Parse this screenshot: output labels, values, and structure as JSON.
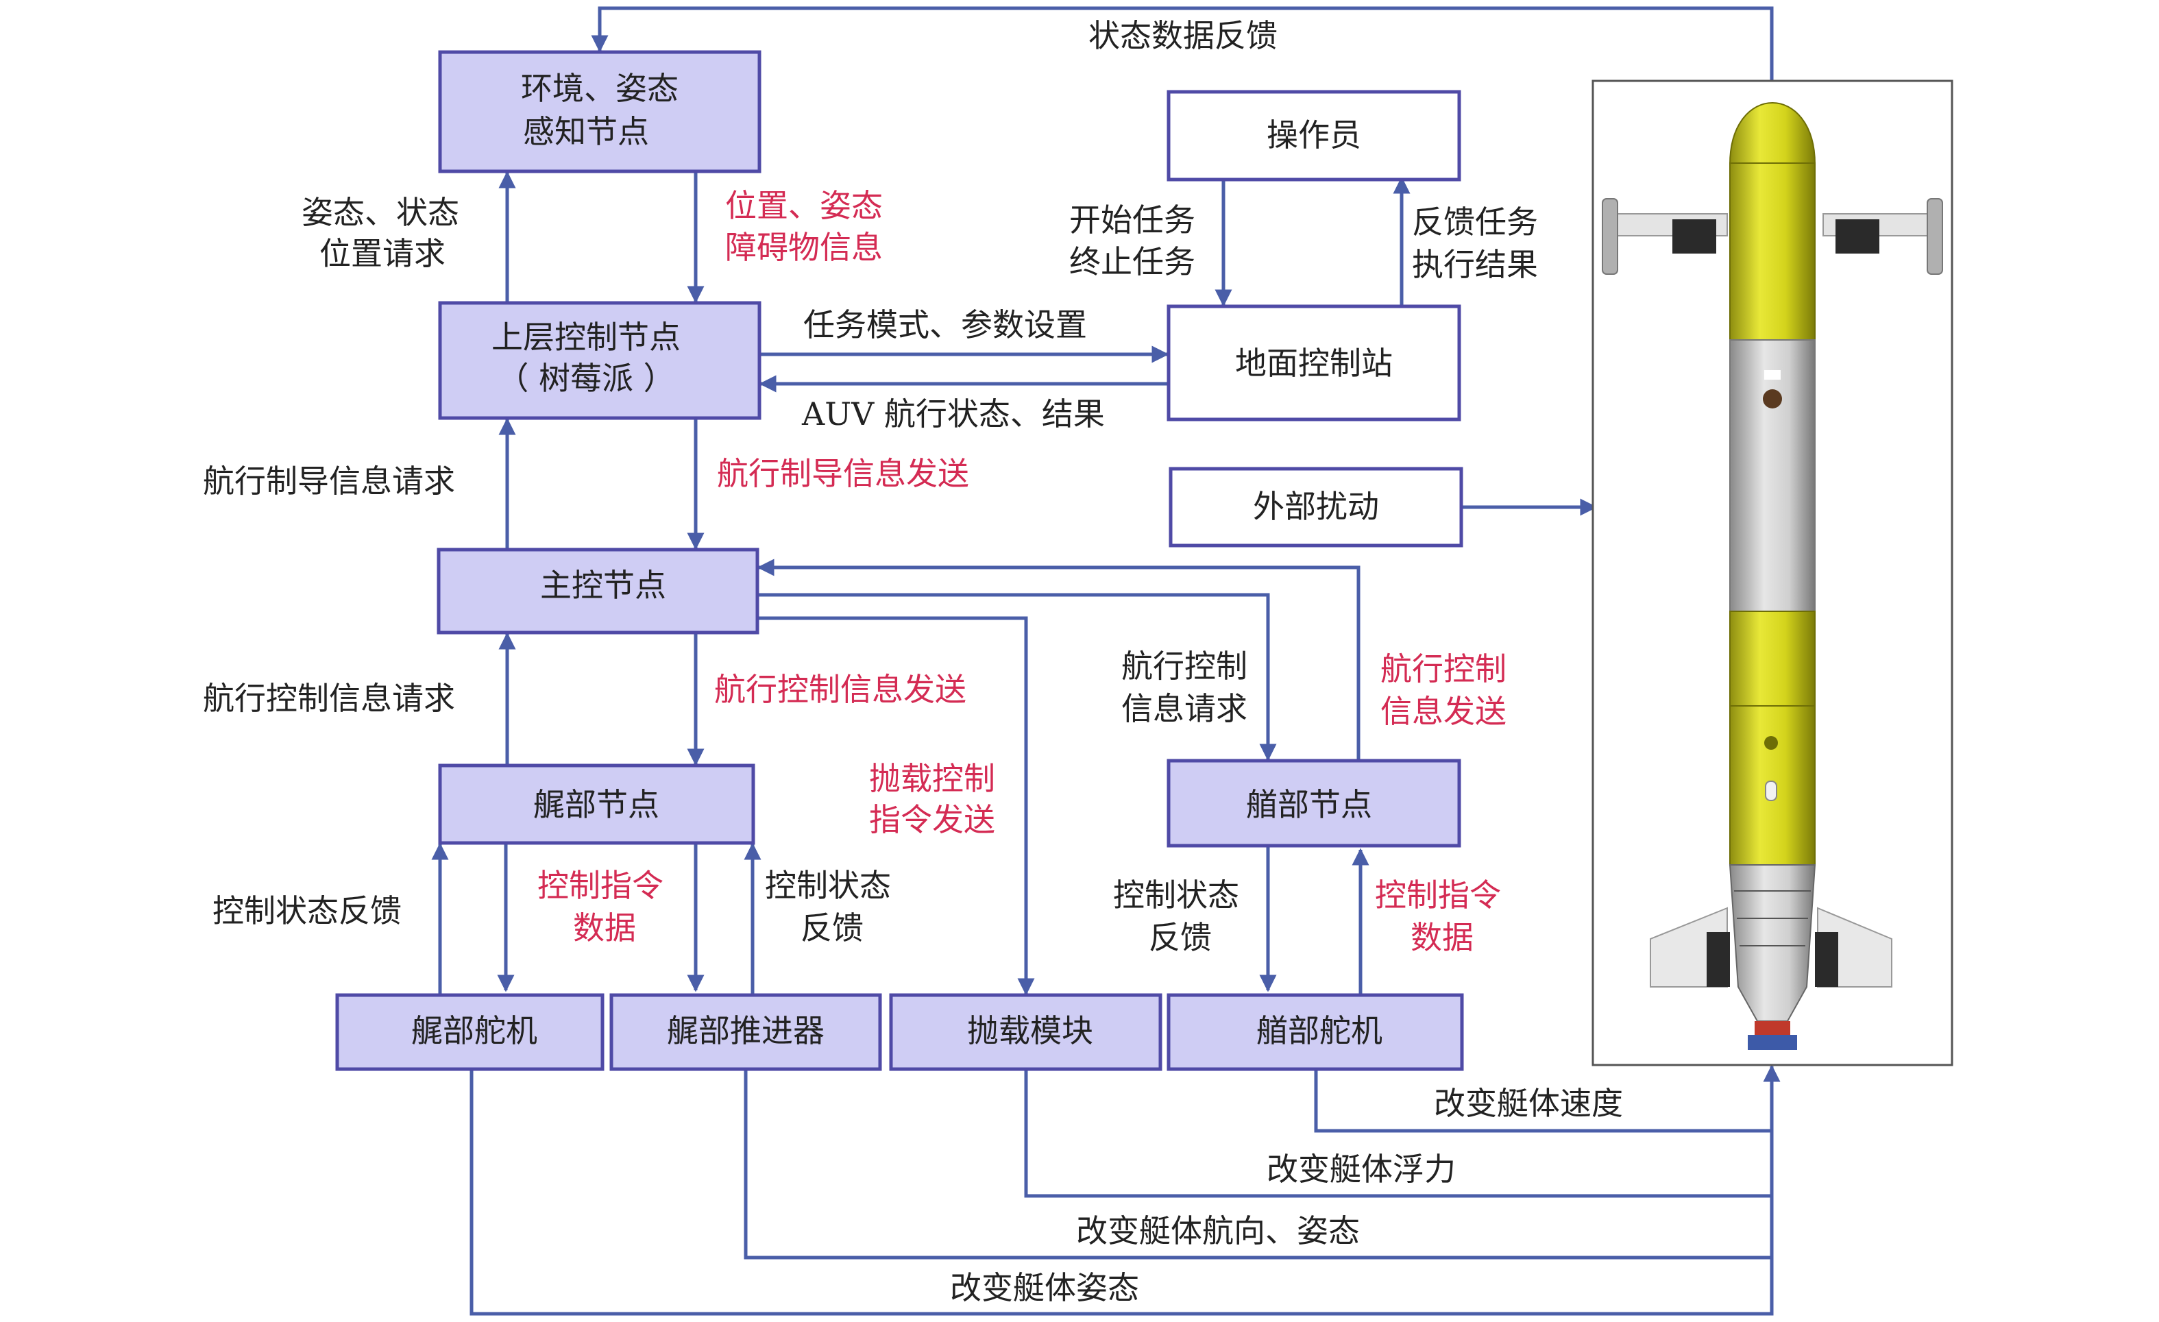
{
  "colors": {
    "node_fill": "#cfcdf4",
    "node_border": "#4f4aa6",
    "arrow": "#4a5ea8",
    "label_black": "#222222",
    "label_red": "#d42b53",
    "hull_yellow": "#d8d820",
    "hull_gray": "#c8c8c8"
  },
  "nodes": {
    "sensing": [
      "环境、姿态",
      "感知节点"
    ],
    "operator": "操作员",
    "upper_control": [
      "上层控制节点",
      "（ 树莓派 ）"
    ],
    "ground_station": "地面控制站",
    "external_disturbance": "外部扰动",
    "main_control": "主控节点",
    "stern_node": "艉部节点",
    "bow_node": "艏部节点",
    "stern_servo": "艉部舵机",
    "stern_thruster": "艉部推进器",
    "ballast_module": "抛载模块",
    "bow_servo": "艏部舵机"
  },
  "labels": {
    "state_feedback": "状态数据反馈",
    "attitude_request": [
      "姿态、状态",
      "位置请求"
    ],
    "position_obstacle": [
      "位置、姿态",
      "障碍物信息"
    ],
    "start_stop": [
      "开始任务",
      "终止任务"
    ],
    "task_feedback": [
      "反馈任务",
      "执行结果"
    ],
    "mode_params": "任务模式、参数设置",
    "auv_status": "AUV 航行状态、结果",
    "nav_guidance_request": "航行制导信息请求",
    "nav_guidance_send": "航行制导信息发送",
    "nav_control_request_left": "航行控制信息请求",
    "nav_control_send_left": "航行控制信息发送",
    "ballast_control_send": [
      "抛载控制",
      "指令发送"
    ],
    "nav_control_request_right": [
      "航行控制",
      "信息请求"
    ],
    "nav_control_send_right": [
      "航行控制",
      "信息发送"
    ],
    "control_status_feedback_left": "控制状态反馈",
    "control_cmd_data_left": [
      "控制指令",
      "数据"
    ],
    "control_status_feedback_mid": [
      "控制状态",
      "反馈"
    ],
    "control_status_feedback_right": [
      "控制状态",
      "反馈"
    ],
    "control_cmd_data_right": [
      "控制指令",
      "数据"
    ],
    "change_speed": "改变艇体速度",
    "change_buoyancy": "改变艇体浮力",
    "change_heading_attitude": "改变艇体航向、姿态",
    "change_attitude": "改变艇体姿态"
  }
}
